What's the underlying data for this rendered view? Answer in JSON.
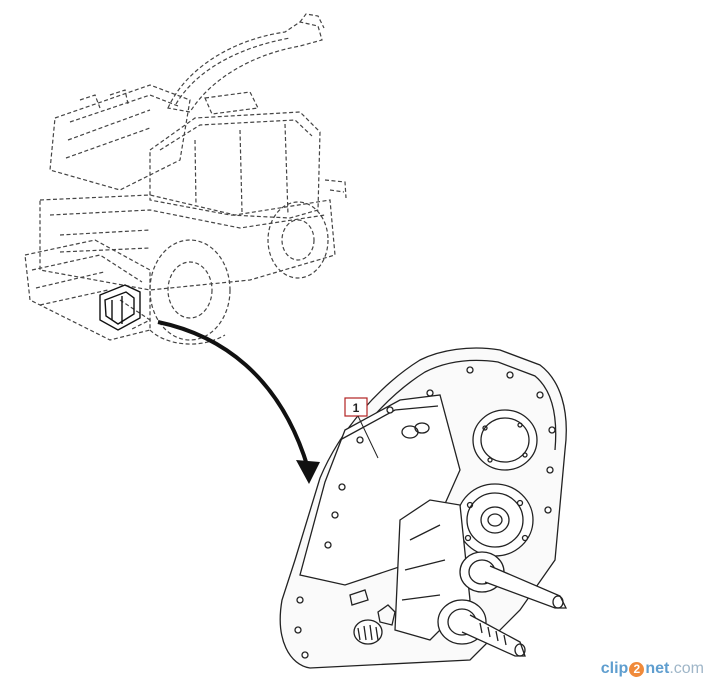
{
  "diagram": {
    "callout_label": "1",
    "colors": {
      "line": "#222222",
      "dash": "#444444",
      "callout_border": "#b22222",
      "watermark_blue": "#5f9ecf",
      "watermark_orange": "#f08a3a"
    }
  },
  "watermark": {
    "part1": "clip",
    "part2": "2",
    "part3": "net",
    "part4": ".com"
  }
}
